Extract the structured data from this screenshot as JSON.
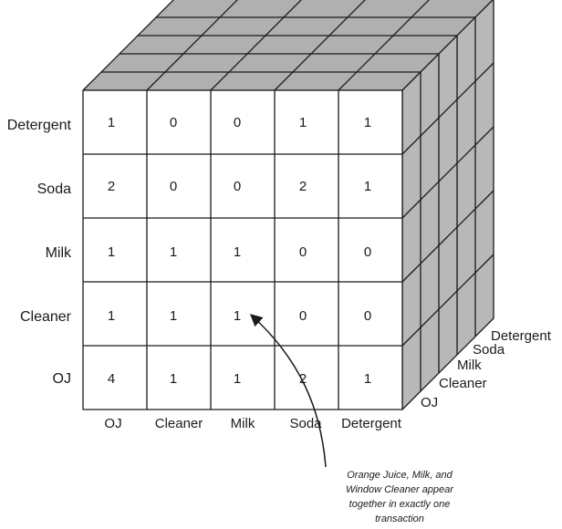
{
  "rows": [
    "Detergent",
    "Soda",
    "Milk",
    "Cleaner",
    "OJ"
  ],
  "columns": [
    "OJ",
    "Cleaner",
    "Milk",
    "Soda",
    "Detergent"
  ],
  "depth_labels": [
    "OJ",
    "Cleaner",
    "Milk",
    "Soda",
    "Detergent"
  ],
  "matrix": [
    [
      "1",
      "0",
      "0",
      "1",
      "1"
    ],
    [
      "2",
      "0",
      "0",
      "2",
      "1"
    ],
    [
      "1",
      "1",
      "1",
      "0",
      "0"
    ],
    [
      "1",
      "1",
      "1",
      "0",
      "0"
    ],
    [
      "4",
      "1",
      "1",
      "2",
      "1"
    ]
  ],
  "annotation": {
    "lines": [
      "Orange Juice, Milk, and",
      "Window Cleaner appear",
      "together in exactly one",
      "transaction"
    ]
  },
  "colors": {
    "face": "#ffffff",
    "side": "#b8b8b8",
    "top": "#b0b0b0",
    "stroke": "#1a1a1a"
  }
}
